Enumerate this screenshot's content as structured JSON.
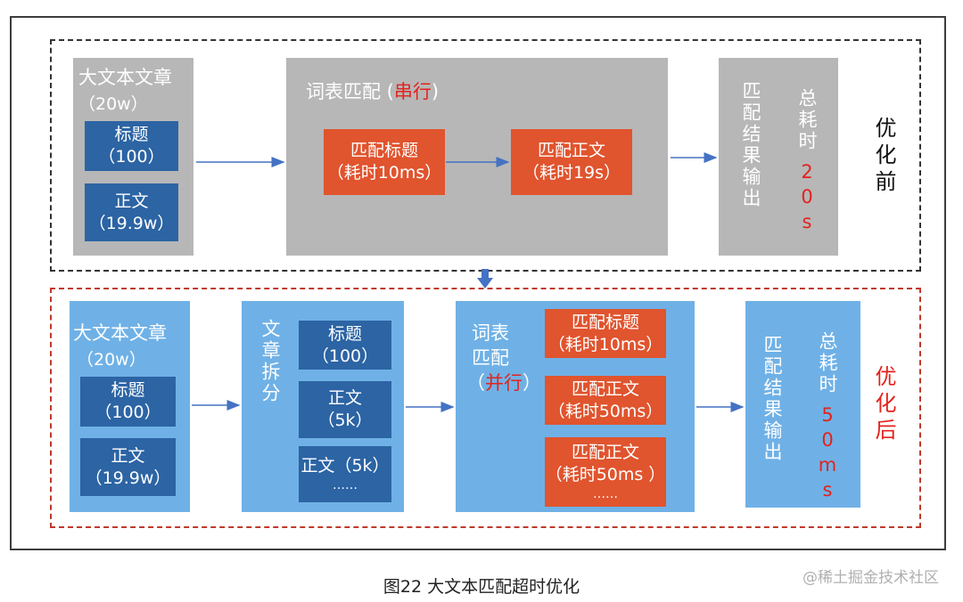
{
  "before": {
    "source": {
      "title": "大文本文章",
      "count": "（20w）",
      "title_box": [
        "标题",
        "（100）"
      ],
      "body_box": [
        "正文",
        "（19.9w）"
      ]
    },
    "match": {
      "title": "词表匹配 (",
      "mode": "串行",
      "close": ")",
      "task1": [
        "匹配标题",
        "（耗时10ms）"
      ],
      "task2": [
        "匹配正文",
        "（耗时19s）"
      ]
    },
    "output": "匹配结果输出",
    "total_label": "总耗时",
    "total_value": "20s",
    "side_label": "优化前"
  },
  "after": {
    "source": {
      "title": "大文本文章",
      "count": "（20w）",
      "title_box": [
        "标题",
        "（100）"
      ],
      "body_box": [
        "正文",
        "（19.9w）"
      ]
    },
    "split": {
      "label": "文章拆分",
      "box1": [
        "标题",
        "（100）"
      ],
      "box2": [
        "正文",
        "（5k）"
      ],
      "box3": [
        "正文（5k）",
        "……"
      ]
    },
    "match": {
      "title1": "词表",
      "title2": "匹配",
      "mode_open": "（",
      "mode": "并行",
      "mode_close": "）",
      "task1": [
        "匹配标题",
        "（耗时10ms）"
      ],
      "task2": [
        "匹配正文",
        "（耗时50ms）"
      ],
      "task3": [
        "匹配正文",
        "（耗时50ms ）",
        "……"
      ]
    },
    "output": "匹配结果输出",
    "total_label": "总耗时",
    "total_value": "50ms",
    "side_label": "优化后"
  },
  "caption": "图22 大文本匹配超时优化",
  "watermark": "@稀土掘金技术社区",
  "colors": {
    "gray": "#b7b7b7",
    "light_blue": "#6fb1e6",
    "dark_blue": "#2c64a4",
    "orange": "#e0542e",
    "red": "#e3231c",
    "arrow": "#4472c4"
  }
}
